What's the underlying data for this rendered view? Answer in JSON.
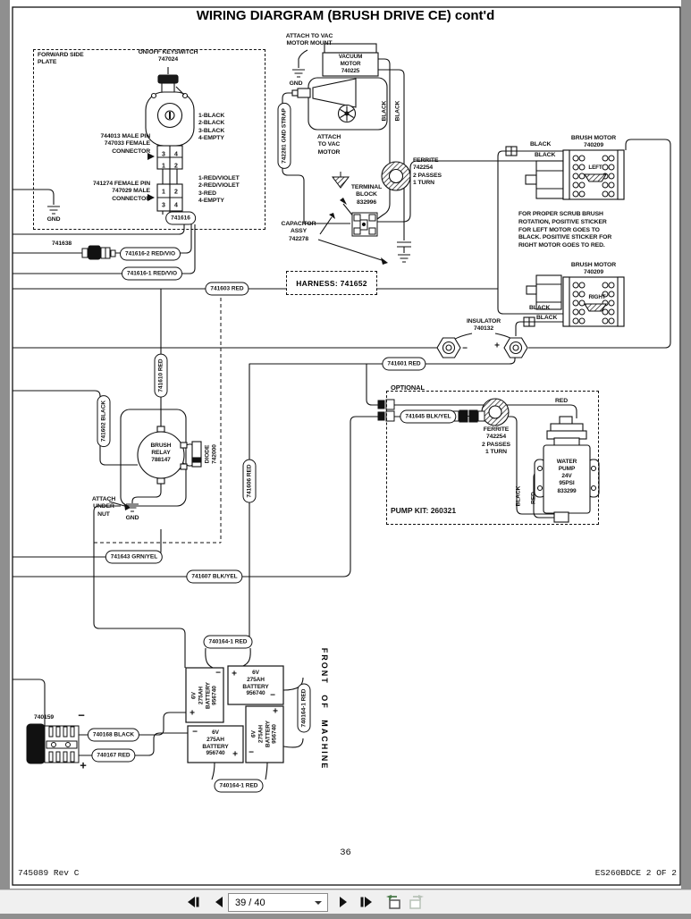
{
  "doc": {
    "title": "WIRING DIARGRAM (BRUSH DRIVE CE) cont'd",
    "page_number": "36",
    "footer_left": "745089 Rev C",
    "footer_right": "ES260BDCE 2 OF 2",
    "forward_plate": "FORWARD SIDE\nPLATE",
    "keyswitch": "ON/OFF KEYSWITCH\n747024",
    "connector1": "744013 MALE PIN\n747033 FEMALE\nCONNECTOR",
    "connector1_pins": "1-BLACK\n2-BLACK\n3-BLACK\n4-EMPTY",
    "connector2": "741274 FEMALE PIN\n747029 MALE\nCONNECTOR",
    "connector2_pins": "1-RED/VIOLET\n2-RED/VIOLET\n3-RED\n4-EMPTY",
    "grid1": [
      "3",
      "4",
      "1",
      "2"
    ],
    "grid2": [
      "1",
      "2",
      "3",
      "4"
    ],
    "gnd": "GND",
    "tag_741616": "741616",
    "attach_vac_mount": "ATTACH TO VAC\nMOTOR MOUNT",
    "vacuum_motor": "VACUUM\nMOTOR\n740225",
    "gnd_strap": "742281 GND STRAP",
    "attach_vac": "ATTACH\nTO VAC\nMOTOR",
    "black": "BLACK",
    "red": "RED",
    "ferrite": "FERRITE\n742254\n2 PASSES\n1 TURN",
    "terminal_block": "TERMINAL\nBLOCK\n832996",
    "capacitor": "CAPACITOR\nASSY\n742278",
    "brush_motor": "BRUSH MOTOR\n740209",
    "left": "LEFT",
    "right": "RIGHT",
    "rotation_note": "FOR PROPER SCRUB BRUSH\nROTATION, POSITIVE STICKER\nFOR LEFT MOTOR GOES TO\nBLACK. POSITIVE STICKER FOR\nRIGHT MOTOR GOES TO RED.",
    "insulator": "INSULATOR\n740132",
    "plus": "+",
    "minus": "−",
    "tag_741638": "741638",
    "tag_741616_2": "741616-2 RED/VIO",
    "tag_741616_1": "741616-1 RED/VIO",
    "tag_741603": "741603 RED",
    "harness": "HARNESS: 741652",
    "tag_741601": "741601 RED",
    "optional": "OPTIONAL",
    "tag_741645": "741645 BLK/YEL",
    "water_pump": "WATER\nPUMP\n24V\n95PSI\n833299",
    "pump_kit": "PUMP KIT: 260321",
    "tag_741610": "741610 RED",
    "tag_741602": "741602 BLACK",
    "brush_relay": "BRUSH\nRELAY\n788147",
    "diode": "DIODE\n742000",
    "attach_under_nut": "ATTACH\nUNDER\nNUT",
    "tag_741606": "741606 RED",
    "tag_741643": "741643 GRN/YEL",
    "tag_741607": "741607 BLK/YEL",
    "tag_740164": "740164-1 RED",
    "battery": "6V\n275AH\nBATTERY\n956740",
    "front_of_machine": "FRONT OF MACHINE",
    "tag_740159": "740159",
    "tag_740168": "740168 BLACK",
    "tag_740167": "740167 RED"
  },
  "toolbar": {
    "page_indicator": "39 / 40",
    "icons": [
      "first-page",
      "previous-page",
      "page-select",
      "next-page",
      "last-page",
      "previous-view",
      "next-view"
    ]
  }
}
